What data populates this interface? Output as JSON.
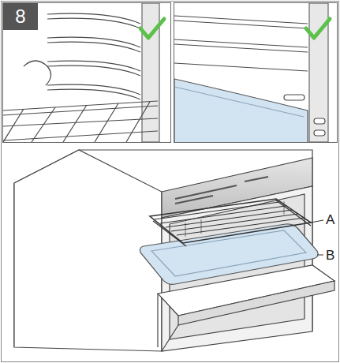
{
  "diagram": {
    "nodes": [
      {
        "text": [
          "8"
        ]
      }
    ],
    "labels": [
      "A",
      "B"
    ]
  }
}
